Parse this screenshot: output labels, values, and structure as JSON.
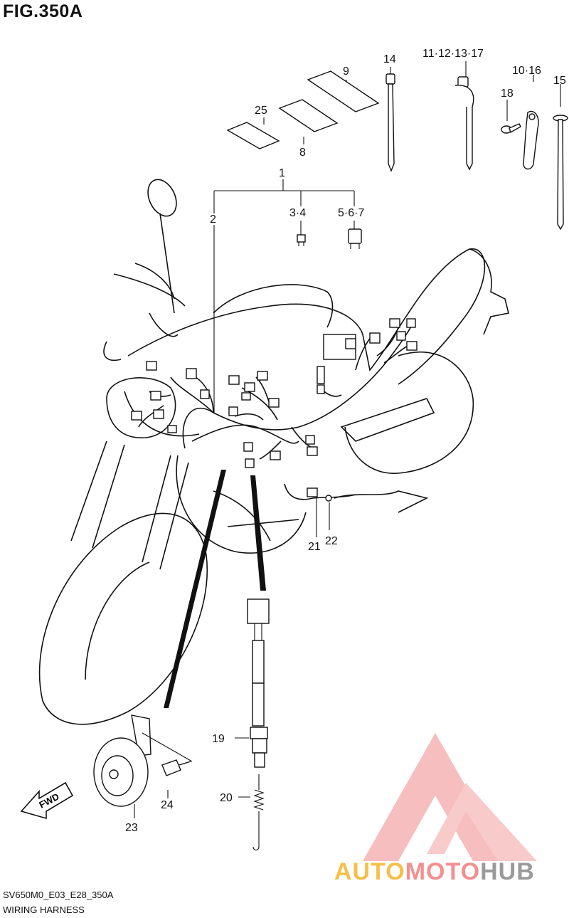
{
  "figure": {
    "title": "FIG.350A",
    "code": "SV650M0_E03_E28_350A",
    "name": "WIRING HARNESS"
  },
  "fwd_label": "FWD",
  "callouts": [
    {
      "id": "c1",
      "text": "1"
    },
    {
      "id": "c2",
      "text": "2"
    },
    {
      "id": "c34",
      "text": "3·4"
    },
    {
      "id": "c567",
      "text": "5·6·7"
    },
    {
      "id": "c8",
      "text": "8"
    },
    {
      "id": "c9",
      "text": "9"
    },
    {
      "id": "c25",
      "text": "25"
    },
    {
      "id": "c14",
      "text": "14"
    },
    {
      "id": "c11",
      "text": "11·12·13·17"
    },
    {
      "id": "c1016",
      "text": "10·16"
    },
    {
      "id": "c15",
      "text": "15"
    },
    {
      "id": "c18",
      "text": "18"
    },
    {
      "id": "c21",
      "text": "21"
    },
    {
      "id": "c22",
      "text": "22"
    },
    {
      "id": "c19",
      "text": "19"
    },
    {
      "id": "c20",
      "text": "20"
    },
    {
      "id": "c23",
      "text": "23"
    },
    {
      "id": "c24",
      "text": "24"
    }
  ],
  "watermark": {
    "part1": "AUTO",
    "part2": "MOTO",
    "part3": "HUB",
    "color1": "#f5c04a",
    "color2": "#f29090",
    "color3": "#9a9a9a"
  }
}
